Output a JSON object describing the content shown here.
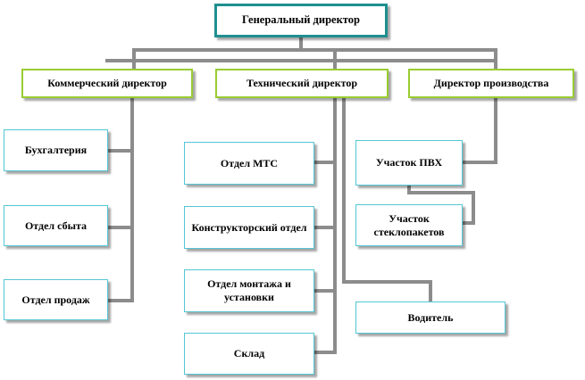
{
  "org_chart": {
    "top": "Генеральный директор",
    "directors": {
      "commercial": "Коммерческий директор",
      "technical": "Технический директор",
      "production": "Директор производства"
    },
    "commercial_units": [
      "Бухгалтерия",
      "Отдел сбыта",
      "Отдел продаж"
    ],
    "technical_units": [
      "Отдел МТС",
      "Конструкторский отдел",
      "Отдел монтажа и установки",
      "Склад"
    ],
    "technical_driver": "Водитель",
    "production_units": [
      "Участок ПВХ",
      "Участок стеклопакетов"
    ]
  },
  "colors": {
    "top_border": "#1f8f8f",
    "director_border": "#99cc33",
    "unit_border": "#54c6d4",
    "connector": "#8c8c8c"
  }
}
